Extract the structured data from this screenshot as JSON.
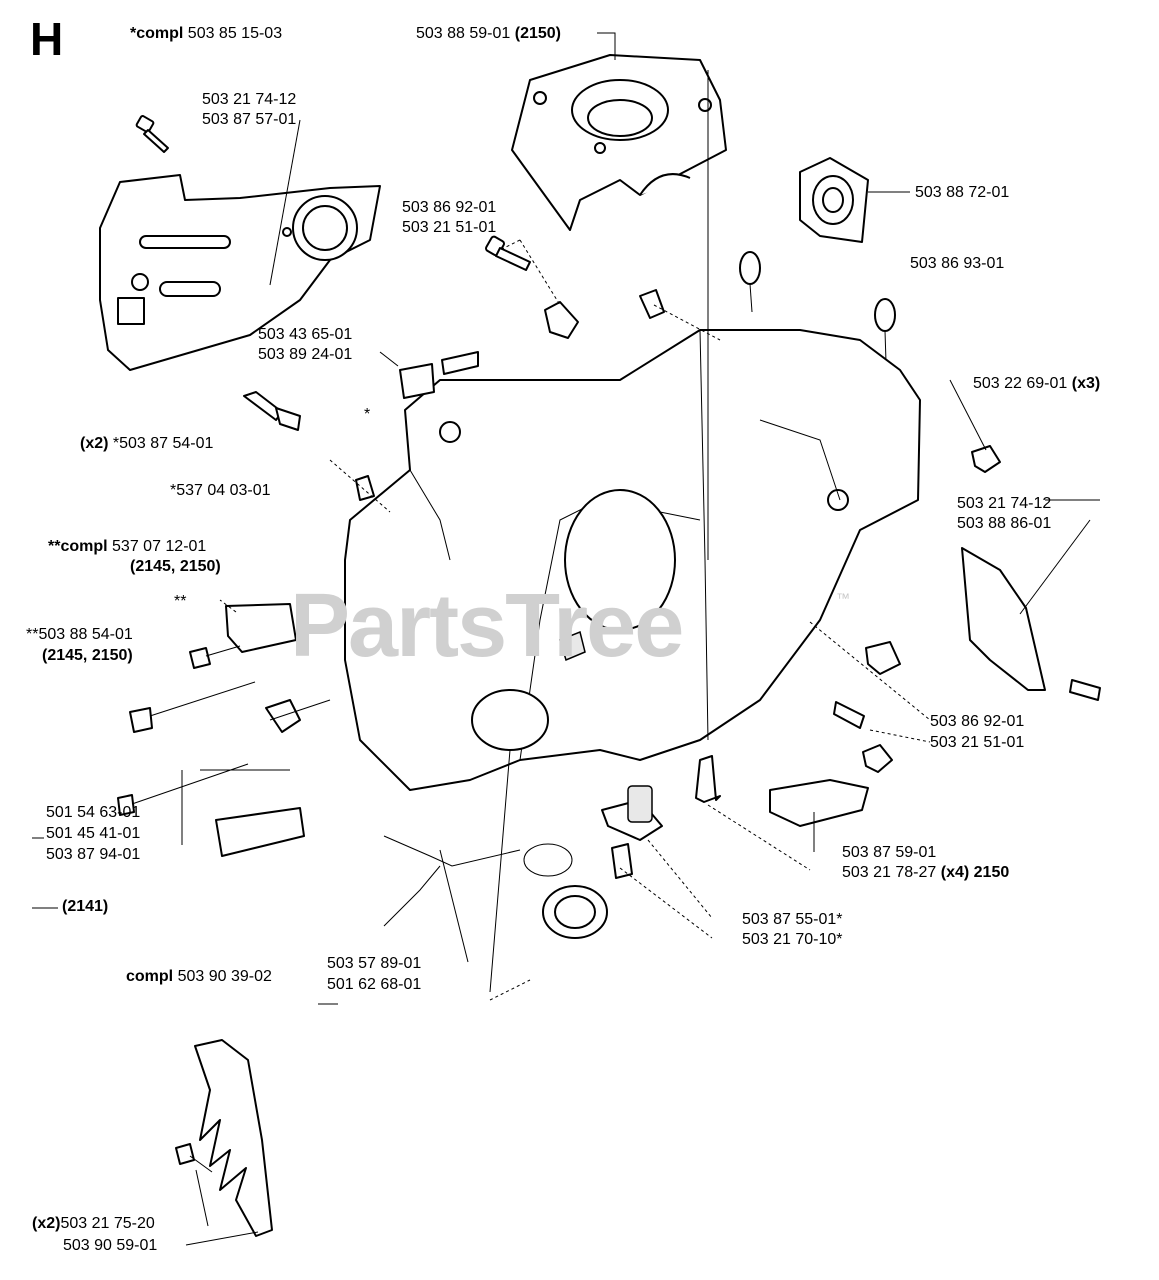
{
  "diagram": {
    "section_letter": "H",
    "watermark": "PartsTree",
    "watermark_tm": "™",
    "labels": {
      "cover_compl": {
        "prefix": "*compl",
        "text": " 503 85 15-03"
      },
      "cylinder": {
        "text": "503 88 59-01 ",
        "suffix": "(2150)"
      },
      "cover_screw_a": {
        "text": "503 21 74-12"
      },
      "cover_screw_b": {
        "text": "503 87 57-01"
      },
      "mount_a": {
        "text": "503 88 72-01"
      },
      "bolt_top_a": {
        "text": "503 86 92-01"
      },
      "bolt_top_b": {
        "text": "503 21 51-01"
      },
      "cap_plug": {
        "text": "503 86 93-01"
      },
      "spring_a": {
        "text": "503 43 65-01"
      },
      "spring_b": {
        "text": "503 89 24-01"
      },
      "clip_x3": {
        "text": "503 22 69-01 ",
        "suffix": "(x3)"
      },
      "bar_bolt": {
        "prefix": "(x2)",
        "text": " *503 87 54-01"
      },
      "star_single": {
        "text": "*"
      },
      "pin": {
        "text": "*537 04 03-01"
      },
      "right_screw_a": {
        "text": "503 21 74-12"
      },
      "right_screw_b": {
        "text": "503 88 86-01"
      },
      "tensioner_compl_a": {
        "prefix": "**compl",
        "text": " 537 07 12-01"
      },
      "tensioner_compl_b": {
        "bold": "(2145, 2150)"
      },
      "double_star": {
        "text": "**"
      },
      "tensioner_a": {
        "text": "**503 88 54-01"
      },
      "tensioner_b": {
        "bold": "(2145, 2150)"
      },
      "bolt_right_a": {
        "text": "503 86 92-01"
      },
      "bolt_right_b": {
        "text": "503 21 51-01"
      },
      "screw_set_a": {
        "text": "501 54 63-01"
      },
      "screw_set_b": {
        "text": "501 45 41-01"
      },
      "screw_set_c": {
        "text": "503 87 94-01"
      },
      "bracket_a": {
        "text": "503 87 59-01"
      },
      "bracket_b": {
        "text": "503 21 78-27 ",
        "suffix": "(x4) 2150"
      },
      "model_2141": {
        "bold": "(2141)"
      },
      "filter_a": {
        "text": "503 87 55-01*"
      },
      "filter_b": {
        "text": "503 21 70-10*"
      },
      "fuel_compl": {
        "prefix": "compl",
        "text": " 503 90 39-02"
      },
      "fuel_a": {
        "text": "503 57 89-01"
      },
      "fuel_b": {
        "text": "501 62 68-01"
      },
      "spike_a": {
        "prefix": "(x2)",
        "text": "503 21 75-20"
      },
      "spike_b": {
        "text": "503 90 59-01"
      }
    }
  }
}
